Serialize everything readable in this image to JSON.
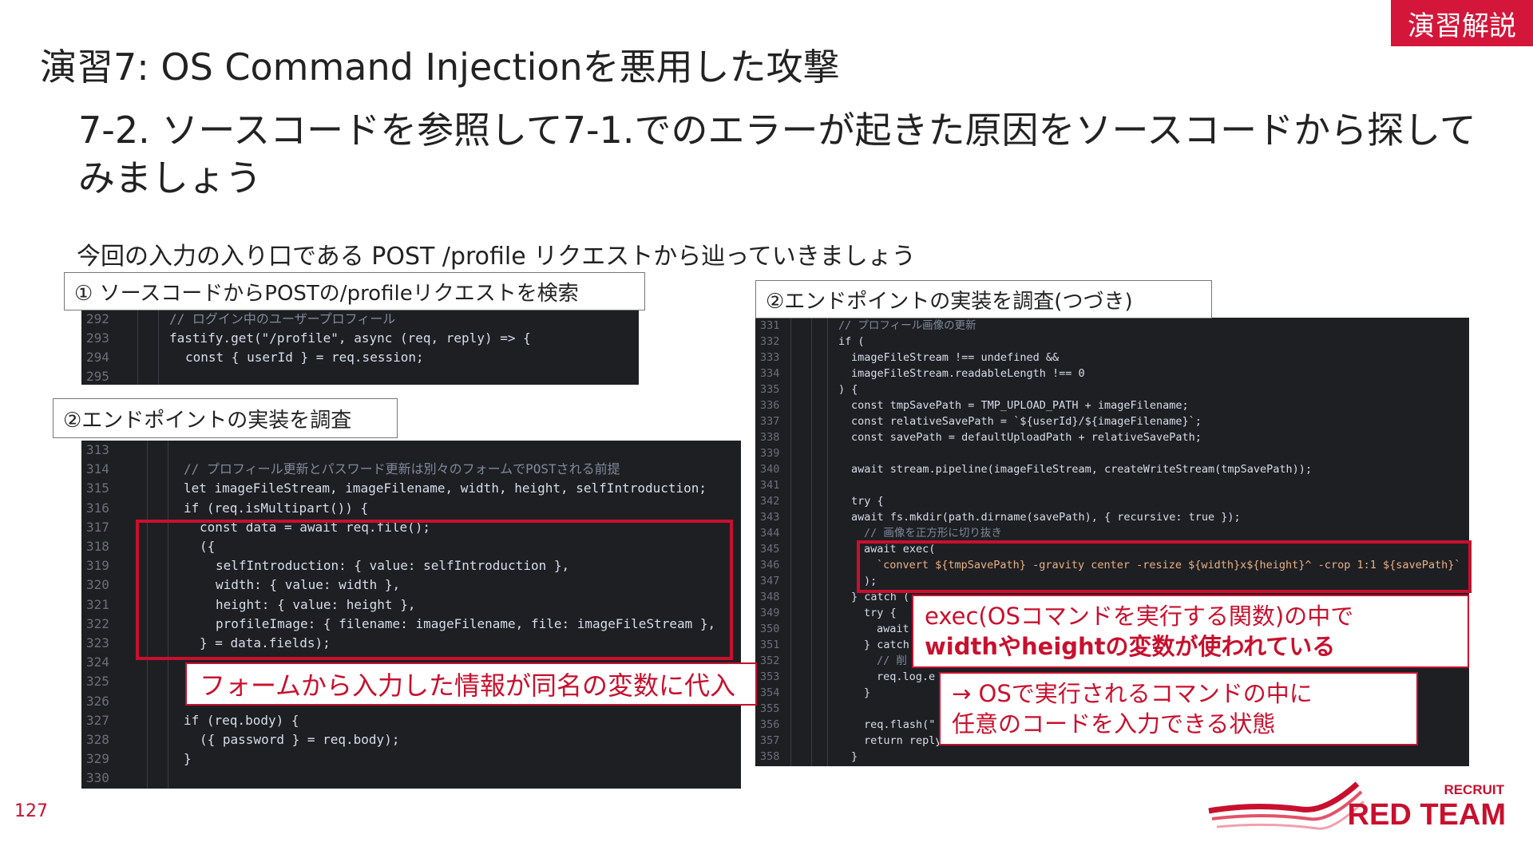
{
  "badge": "演習解説",
  "title": "演習7: OS Command Injectionを悪用した攻撃",
  "subtitle": "7-2. ソースコードを参照して7-1.でのエラーが起きた原因をソースコードから探してみましょう",
  "intro": "今回の入力の入り口である POST /profile リクエストから辿っていきましょう",
  "callouts": {
    "step1": "① ソースコードからPOSTの/profileリクエストを検索",
    "step2": "②エンドポイントの実装を調査",
    "step2b": "②エンドポイントの実装を調査(つづき)"
  },
  "code1": [
    {
      "n": "292",
      "t": "// ログイン中のユーザープロフィール",
      "i": 0
    },
    {
      "n": "293",
      "t": "fastify.get(\"/profile\", async (req, reply) => {",
      "i": 0
    },
    {
      "n": "294",
      "t": "const { userId } = req.session;",
      "i": 1
    },
    {
      "n": "295",
      "t": "",
      "i": 0
    }
  ],
  "code2": [
    {
      "n": "313",
      "t": "",
      "i": 0
    },
    {
      "n": "314",
      "t": "// プロフィール更新とパスワード更新は別々のフォームでPOSTされる前提",
      "i": 0
    },
    {
      "n": "315",
      "t": "let imageFileStream, imageFilename, width, height, selfIntroduction;",
      "i": 0
    },
    {
      "n": "316",
      "t": "if (req.isMultipart()) {",
      "i": 0
    },
    {
      "n": "317",
      "t": "const data = await req.file();",
      "i": 1
    },
    {
      "n": "318",
      "t": "({",
      "i": 1
    },
    {
      "n": "319",
      "t": "selfIntroduction: { value: selfIntroduction },",
      "i": 2
    },
    {
      "n": "320",
      "t": "width: { value: width },",
      "i": 2
    },
    {
      "n": "321",
      "t": "height: { value: height },",
      "i": 2
    },
    {
      "n": "322",
      "t": "profileImage: { filename: imageFilename, file: imageFileStream },",
      "i": 2
    },
    {
      "n": "323",
      "t": "} = data.fields);",
      "i": 1
    },
    {
      "n": "324",
      "t": "",
      "i": 0
    },
    {
      "n": "325",
      "t": "",
      "i": 0
    },
    {
      "n": "326",
      "t": "",
      "i": 0
    },
    {
      "n": "327",
      "t": "if (req.body) {",
      "i": 0
    },
    {
      "n": "328",
      "t": "({ password } = req.body);",
      "i": 1
    },
    {
      "n": "329",
      "t": "}",
      "i": 0
    },
    {
      "n": "330",
      "t": "",
      "i": 0
    }
  ],
  "code3": [
    {
      "n": "331",
      "t": "// プロフィール画像の更新",
      "i": 0
    },
    {
      "n": "332",
      "t": "if (",
      "i": 0
    },
    {
      "n": "333",
      "t": "imageFileStream !== undefined &&",
      "i": 1
    },
    {
      "n": "334",
      "t": "imageFileStream.readableLength !== 0",
      "i": 1
    },
    {
      "n": "335",
      "t": ") {",
      "i": 0
    },
    {
      "n": "336",
      "t": "const tmpSavePath = TMP_UPLOAD_PATH + imageFilename;",
      "i": 1
    },
    {
      "n": "337",
      "t": "const relativeSavePath = `${userId}/${imageFilename}`;",
      "i": 1
    },
    {
      "n": "338",
      "t": "const savePath = defaultUploadPath + relativeSavePath;",
      "i": 1
    },
    {
      "n": "339",
      "t": "",
      "i": 0
    },
    {
      "n": "340",
      "t": "await stream.pipeline(imageFileStream, createWriteStream(tmpSavePath));",
      "i": 1
    },
    {
      "n": "341",
      "t": "",
      "i": 0
    },
    {
      "n": "342",
      "t": "try {",
      "i": 1
    },
    {
      "n": "343",
      "t": "await fs.mkdir(path.dirname(savePath), { recursive: true });",
      "i": 1
    },
    {
      "n": "344",
      "t": "// 画像を正方形に切り抜き",
      "i": 2
    },
    {
      "n": "345",
      "t": "await exec(",
      "i": 2
    },
    {
      "n": "346",
      "t": "`convert ${tmpSavePath} -gravity center -resize ${width}x${height}^ -crop 1:1 ${savePath}`",
      "i": 3
    },
    {
      "n": "347",
      "t": ");",
      "i": 2
    },
    {
      "n": "348",
      "t": "} catch (",
      "i": 1
    },
    {
      "n": "349",
      "t": "try {",
      "i": 2
    },
    {
      "n": "350",
      "t": "await",
      "i": 3
    },
    {
      "n": "351",
      "t": "} catch",
      "i": 2
    },
    {
      "n": "352",
      "t": "// 削",
      "i": 3
    },
    {
      "n": "353",
      "t": "req.log.e",
      "i": 3
    },
    {
      "n": "354",
      "t": "}",
      "i": 2
    },
    {
      "n": "355",
      "t": "",
      "i": 0
    },
    {
      "n": "356",
      "t": "req.flash(\"",
      "i": 2
    },
    {
      "n": "357",
      "t": "return reply",
      "i": 2
    },
    {
      "n": "358",
      "t": "}",
      "i": 1
    }
  ],
  "notes": {
    "assign": "フォームから入力した情報が同名の変数に代入",
    "exec_line1": "exec(OSコマンドを実行する関数)の中で",
    "exec_line2": "widthやheightの変数が使われている",
    "result_line1": "→ OSで実行されるコマンドの中に",
    "result_line2": "任意のコードを入力できる状態"
  },
  "logo": {
    "small": "RECRUIT",
    "big": "RED TEAM"
  },
  "page_number": "127",
  "colors": {
    "accent": "#c8102e",
    "badge": "#d3163a",
    "code_bg": "#1e1f23"
  }
}
